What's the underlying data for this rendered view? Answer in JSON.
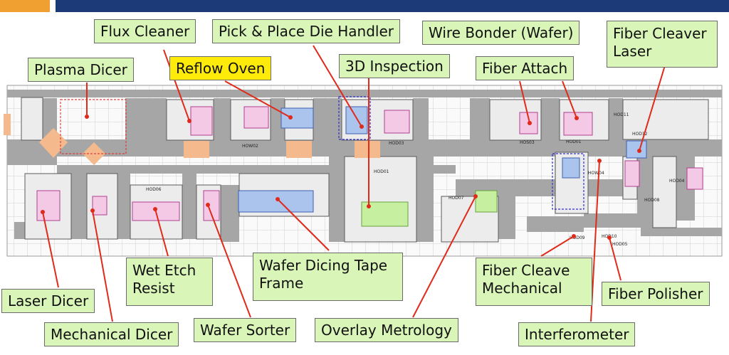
{
  "header": {
    "accent_color": "#f0a030",
    "bar_color": "#1d3a78"
  },
  "floorplan": {
    "room_codes": [
      "HOW02",
      "HOD03",
      "HOS03",
      "HOD01",
      "HOD11",
      "HOD01",
      "HOD06",
      "HOD07",
      "HOW04",
      "HOD12",
      "HOD04",
      "HOD08",
      "HOD09",
      "HOD10",
      "HOD05"
    ],
    "colors": {
      "aisle": "#a6a6a6",
      "grid": "#d0d0d0",
      "tool_pink": "#f3c9e6",
      "tool_blue": "#aac4ee",
      "tool_green": "#c6f0a0",
      "orange": "#f4b98c",
      "arrow": "#e02a1a"
    }
  },
  "labels": {
    "flux_cleaner": "Flux Cleaner",
    "pick_place": "Pick & Place Die Handler",
    "wire_bonder": "Wire Bonder (Wafer)",
    "fiber_cleaver_laser": "Fiber Cleaver Laser",
    "plasma_dicer": "Plasma Dicer",
    "reflow_oven": "Reflow Oven",
    "inspection_3d": "3D Inspection",
    "fiber_attach": "Fiber Attach",
    "wet_etch": "Wet Etch Resist",
    "wafer_dicing": "Wafer Dicing Tape Frame",
    "fiber_cleave_mech": "Fiber Cleave Mechanical",
    "fiber_polisher": "Fiber Polisher",
    "laser_dicer": "Laser Dicer",
    "mechanical_dicer": "Mechanical Dicer",
    "wafer_sorter": "Wafer Sorter",
    "overlay_metrology": "Overlay Metrology",
    "interferometer": "Interferometer"
  }
}
